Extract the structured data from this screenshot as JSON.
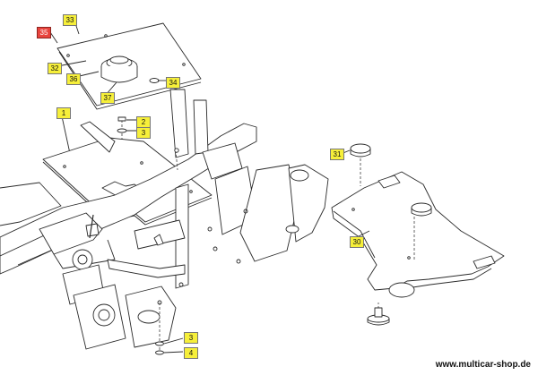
{
  "diagram": {
    "callouts": [
      {
        "id": "c35",
        "label": "35",
        "color": "red"
      },
      {
        "id": "c33",
        "label": "33",
        "color": "yellow"
      },
      {
        "id": "c32",
        "label": "32",
        "color": "yellow"
      },
      {
        "id": "c36",
        "label": "36",
        "color": "yellow"
      },
      {
        "id": "c34",
        "label": "34",
        "color": "yellow"
      },
      {
        "id": "c37",
        "label": "37",
        "color": "yellow"
      },
      {
        "id": "c1",
        "label": "1",
        "color": "yellow"
      },
      {
        "id": "c2",
        "label": "2",
        "color": "yellow"
      },
      {
        "id": "c3a",
        "label": "3",
        "color": "yellow"
      },
      {
        "id": "c31",
        "label": "31",
        "color": "yellow"
      },
      {
        "id": "c30",
        "label": "30",
        "color": "yellow"
      },
      {
        "id": "c3b",
        "label": "3",
        "color": "yellow"
      },
      {
        "id": "c4",
        "label": "4",
        "color": "yellow"
      }
    ],
    "colors": {
      "callout_yellow": "#f6ef3a",
      "callout_red": "#e8443d",
      "line": "#2a2a2a",
      "dash": "#555555"
    }
  },
  "footer": {
    "watermark": "www.multicar-shop.de"
  }
}
